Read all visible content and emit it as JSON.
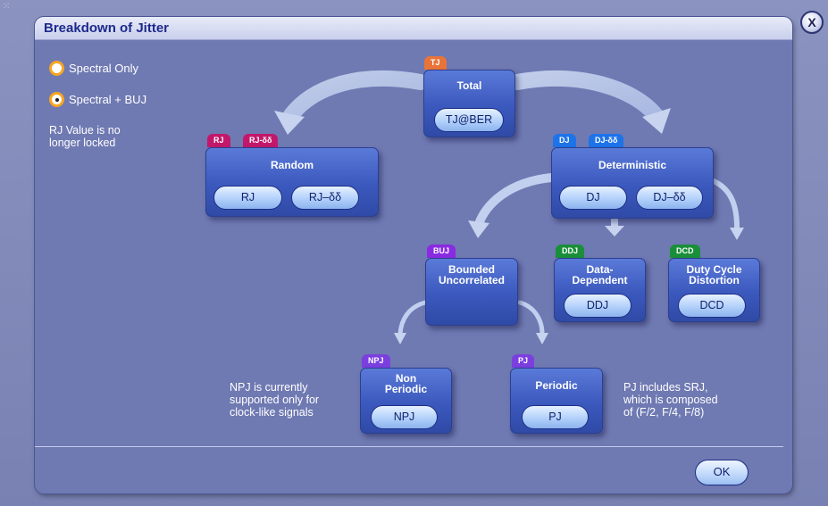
{
  "window": {
    "close_label": "X",
    "grip": "⁙"
  },
  "dialog": {
    "title": "Breakdown of Jitter"
  },
  "options": [
    {
      "label": "Spectral Only",
      "selected": false
    },
    {
      "label": "Spectral + BUJ",
      "selected": true
    }
  ],
  "notes": {
    "rj_lock": [
      "RJ Value is no",
      "longer locked"
    ],
    "npj": [
      "NPJ is currently",
      "supported only for",
      "clock-like signals"
    ],
    "pj": [
      "PJ includes SRJ,",
      "which is composed",
      "of (F/2, F/4, F/8)"
    ]
  },
  "cards": {
    "total": {
      "tag": "TJ",
      "title": "Total",
      "buttons": [
        "TJ@BER"
      ]
    },
    "random": {
      "tags": [
        "RJ",
        "RJ-δδ"
      ],
      "title": "Random",
      "buttons": [
        "RJ",
        "RJ–δδ"
      ]
    },
    "deterministic": {
      "tags": [
        "DJ",
        "DJ-δδ"
      ],
      "title": "Deterministic",
      "buttons": [
        "DJ",
        "DJ–δδ"
      ]
    },
    "buj": {
      "tag": "BUJ",
      "title": [
        "Bounded",
        "Uncorrelated"
      ]
    },
    "ddj": {
      "tag": "DDJ",
      "title": [
        "Data-",
        "Dependent"
      ],
      "buttons": [
        "DDJ"
      ]
    },
    "dcd": {
      "tag": "DCD",
      "title": [
        "Duty Cycle",
        "Distortion"
      ],
      "buttons": [
        "DCD"
      ]
    },
    "npj": {
      "tag": "NPJ",
      "title": [
        "Non",
        "Periodic"
      ],
      "buttons": [
        "NPJ"
      ]
    },
    "pj": {
      "tag": "PJ",
      "title": "Periodic",
      "buttons": [
        "PJ"
      ]
    }
  },
  "footer": {
    "ok_label": "OK"
  },
  "colors": {
    "tag_total": "#e8743a",
    "tag_random": "#c2186b",
    "tag_deterministic": "#1e73e8",
    "tag_buj": "#8a2be2",
    "tag_green": "#1a8f3a",
    "tag_purple": "#7b3fe0",
    "radio_border": "#f5a623",
    "title_text": "#1d2a8c"
  }
}
